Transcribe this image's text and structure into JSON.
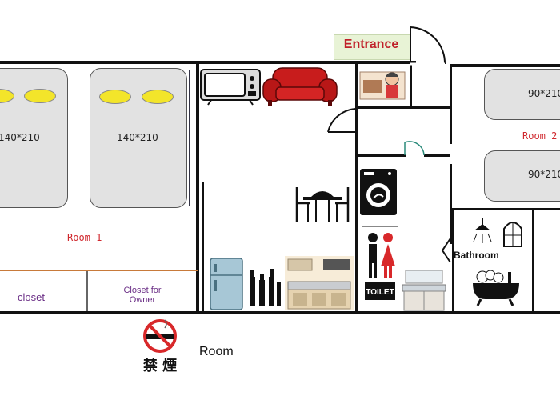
{
  "entrance_label": "Entrance",
  "room1": {
    "label": "Room 1",
    "bed_left": "140*210",
    "bed_right": "140*210"
  },
  "room2": {
    "label": "Room 2",
    "bed_top": "90*210",
    "bed_bottom": "90*210"
  },
  "closet": {
    "left_label": "closet",
    "owner_label": "Closet for Owner"
  },
  "bathroom_label": "Bathroom",
  "toilet_label": "TOILET",
  "no_smoking_label": "禁 煙",
  "no_smoking_room_label": "Room",
  "colors": {
    "room_label": "#d0282e",
    "entrance": "#c0202a",
    "closet": "#6b2f86",
    "wall": "#111111"
  },
  "icons": [
    "tv-icon",
    "sofa-icon",
    "shoe-cabinet-icon",
    "dining-set-icon",
    "washing-machine-icon",
    "fridge-icon",
    "bottles-icon",
    "kitchen-icon",
    "toilet-sign-icon",
    "sink-icon",
    "shower-icon",
    "window-icon",
    "bathtub-icon",
    "no-smoking-icon"
  ]
}
